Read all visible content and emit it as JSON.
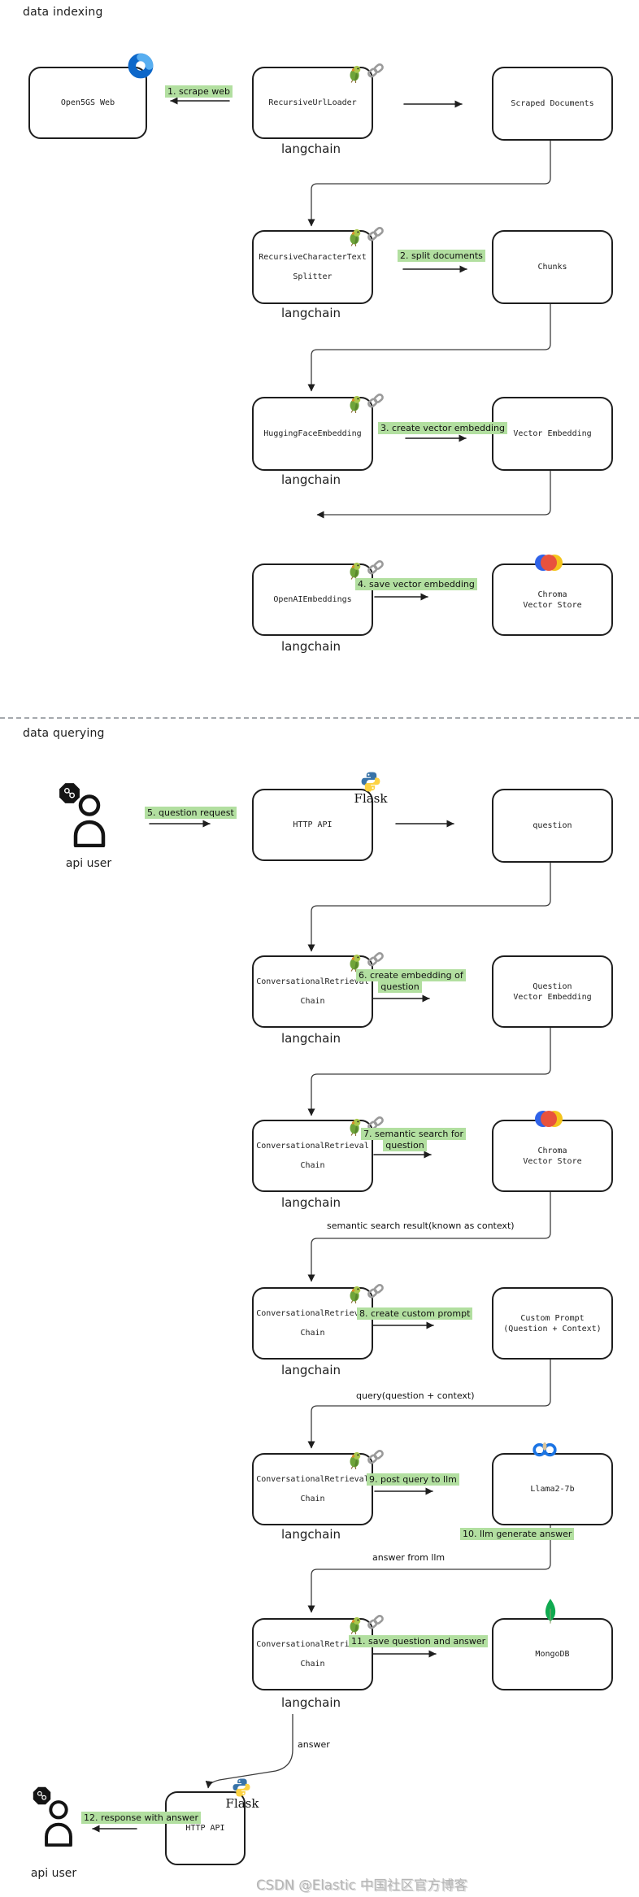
{
  "page": {
    "title_indexing": "data indexing",
    "title_querying": "data querying",
    "watermark": "CSDN @Elastic 中国社区官方博客"
  },
  "captions": {
    "langchain": "langchain",
    "flask": "Flask",
    "api_user": "api user"
  },
  "nodes": {
    "open5gs": "Open5GS Web",
    "url_loader": "RecursiveUrlLoader",
    "scraped_docs": "Scraped Documents",
    "splitter_l1": "RecursiveCharacterText",
    "splitter_l2": "Splitter",
    "chunks": "Chunks",
    "hf_embedding": "HuggingFaceEmbedding",
    "vector_embedding": "Vector Embedding",
    "openai_embeddings": "OpenAIEmbeddings",
    "chroma_l1": "Chroma",
    "chroma_l2": "Vector Store",
    "http_api": "HTTP API",
    "question": "question",
    "conv_l1": "ConversationalRetrieval",
    "conv_l2": "Chain",
    "qvec_l1": "Question",
    "qvec_l2": "Vector Embedding",
    "prompt_l1": "Custom Prompt",
    "prompt_l2": "(Question + Context)",
    "llama": "Llama2-7b",
    "mongodb": "MongoDB"
  },
  "steps": {
    "s1": "1. scrape web",
    "s2": "2. split documents",
    "s3": "3. create vector embedding",
    "s4": "4. save vector embedding",
    "s5": "5. question request",
    "s6_l1": "6. create embedding of",
    "s6_l2": "question",
    "s7_l1": "7. semantic search for",
    "s7_l2": "question",
    "s8": "8. create custom prompt",
    "s9": "9. post query to llm",
    "s10": "10. llm generate answer",
    "s11": "11. save question and answer",
    "s12": "12. response with answer"
  },
  "edge_labels": {
    "semantic_result": "semantic search result(known as context)",
    "query_context": "query(question + context)",
    "answer_from_llm": "answer from llm",
    "answer": "answer"
  },
  "icons": {
    "langchain": "parrot-and-chain-link",
    "open5gs": "blue-ring-logo",
    "flask": "python-logo",
    "chroma": "three-circle-logo",
    "llama": "blue-llama-loops-logo",
    "mongodb": "green-leaf-logo",
    "api_user": "person-with-octagon-badge"
  },
  "colors": {
    "step_highlight": "#b2dfa0",
    "stroke": "#1e1e1e",
    "connector": "#3d3d3d",
    "watermark": "#b5b5b5",
    "python_blue": "#3873a8",
    "python_yellow": "#fcd242",
    "chroma_blue": "#2f62e8",
    "chroma_red": "#e8523d",
    "chroma_yellow": "#f4c41c",
    "mongo_green": "#10aa50",
    "llama_blue": "#1b74e4",
    "open5gs_blue": "#0d67c9"
  }
}
